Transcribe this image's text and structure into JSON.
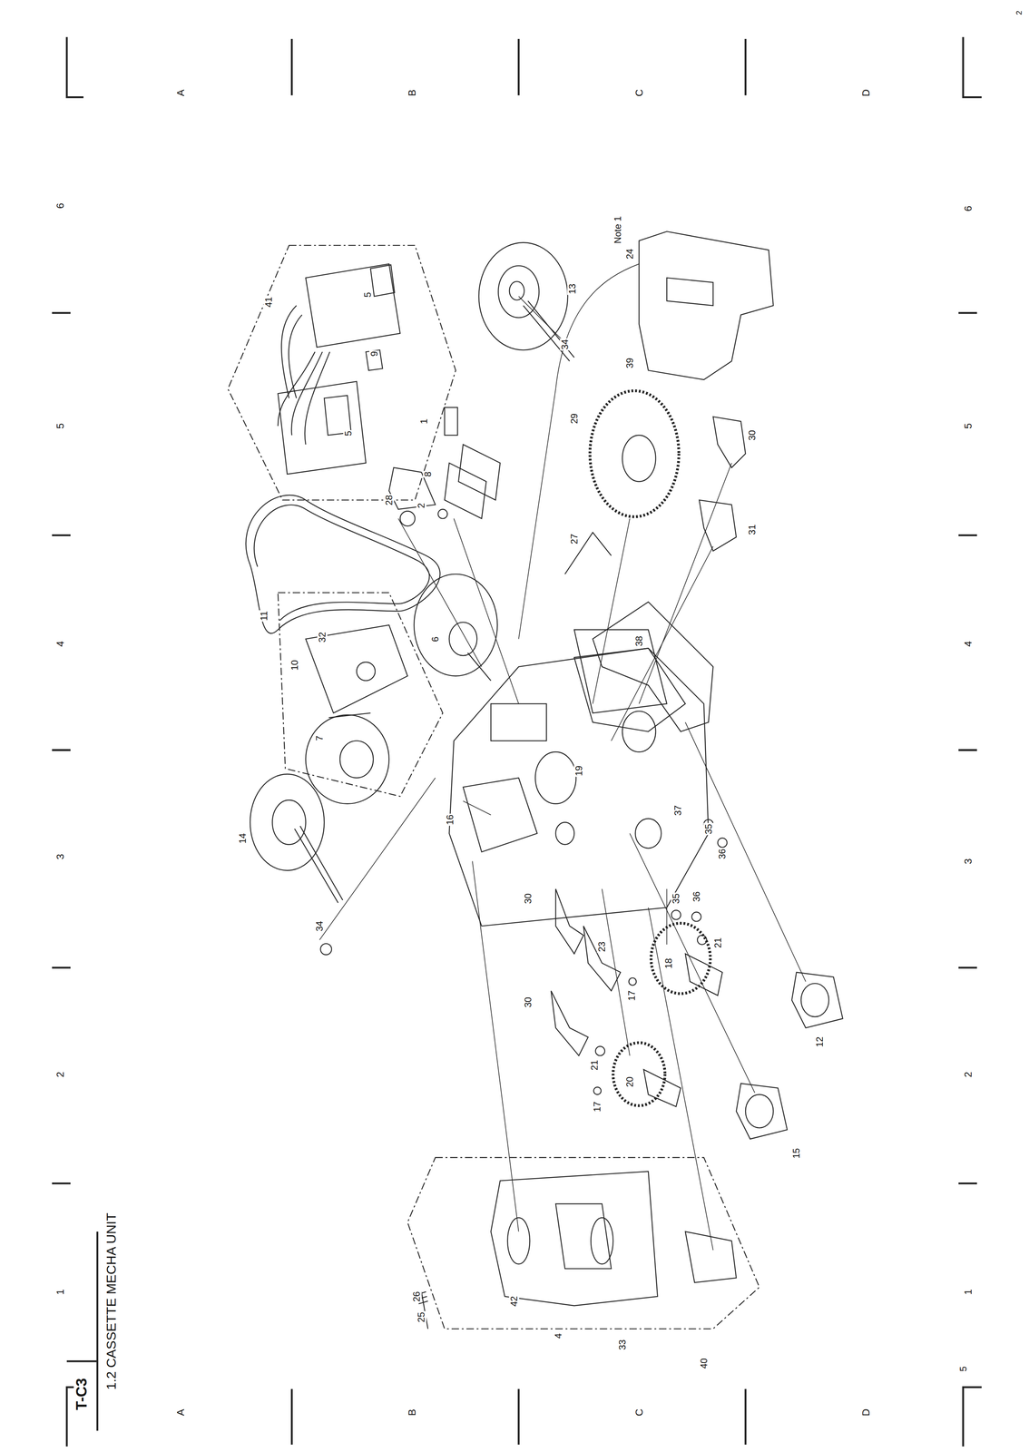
{
  "diagram": {
    "title": "1.2 CASSETTE MECHA UNIT",
    "labels": [
      "A",
      "B",
      "C",
      "D",
      "6",
      "5",
      "4",
      "3",
      "2",
      "1",
      "6",
      "5",
      "4",
      "3",
      "2",
      "1",
      "A",
      "B",
      "C",
      "D",
      "T-C3",
      "5",
      "2",
      "41",
      "5",
      "5",
      "9",
      "1",
      "8",
      "2",
      "28",
      "11",
      "6",
      "32",
      "10",
      "7",
      "13",
      "34",
      "24",
      "Note 1",
      "29",
      "27",
      "39",
      "30",
      "31",
      "38",
      "16",
      "19",
      "14",
      "34",
      "37",
      "35",
      "36",
      "35",
      "36",
      "21",
      "18",
      "17",
      "12",
      "30",
      "23",
      "30",
      "21",
      "20",
      "17",
      "15",
      "42",
      "26",
      "25",
      "4",
      "33",
      "40"
    ]
  }
}
